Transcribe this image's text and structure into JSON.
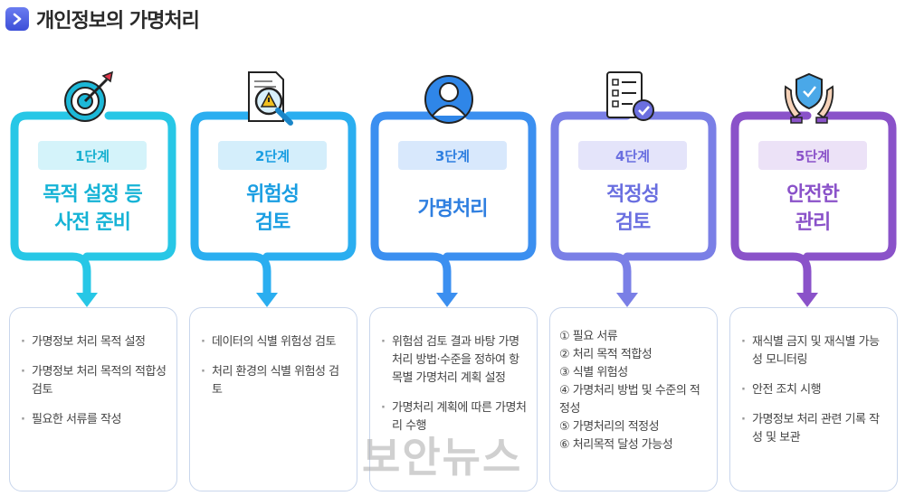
{
  "page": {
    "title": "개인정보의 가명처리",
    "watermark": "보안뉴스"
  },
  "steps": [
    {
      "stage": "1단계",
      "title_lines": [
        "목적 설정 등",
        "사전 준비"
      ],
      "color": "#27c7e6",
      "badge_bg": "#d4f3fa",
      "icon": "target-arrow-icon",
      "items": [
        "가명정보 처리 목적 설정",
        "가명정보 처리 목적의 적합성 검토",
        "필요한 서류를 작성"
      ]
    },
    {
      "stage": "2단계",
      "title_lines": [
        "위험성",
        "검토"
      ],
      "color": "#2aaef0",
      "badge_bg": "#d4eefb",
      "icon": "document-warning-magnifier-icon",
      "items": [
        "데이터의 식별 위험성 검토",
        "처리 환경의 식별 위험성 검토"
      ]
    },
    {
      "stage": "3단계",
      "title_lines": [
        "가명처리"
      ],
      "color": "#3b8ff0",
      "badge_bg": "#d8e8fc",
      "icon": "user-avatar-icon",
      "items": [
        "위험섬 검토 결과 바탕 가명처리 방법·수준을 정하여 항목별 가명처리 계획 설정",
        "가명처리 계획에 따른 가명처리 수행"
      ]
    },
    {
      "stage": "4단계",
      "title_lines": [
        "적정성",
        "검토"
      ],
      "color": "#7a7fe6",
      "badge_bg": "#e4e4fa",
      "icon": "checklist-icon",
      "items": [
        "① 필요 서류",
        "② 처리 목적 적합성",
        "③ 식별 위험성",
        "④ 가명처리 방법 및 수준의 적정성",
        "⑤ 가명처리의 적정성",
        "⑥ 처리목적 달성 가능성"
      ]
    },
    {
      "stage": "5단계",
      "title_lines": [
        "안전한",
        "관리"
      ],
      "color": "#8a52c9",
      "badge_bg": "#ece2f7",
      "icon": "shield-hands-icon",
      "items": [
        "재식별 금지 및 재식별 가능성 모니터링",
        "안전 조치 시행",
        "가명정보 처리 관련 기록 작성 및 보관"
      ]
    }
  ]
}
